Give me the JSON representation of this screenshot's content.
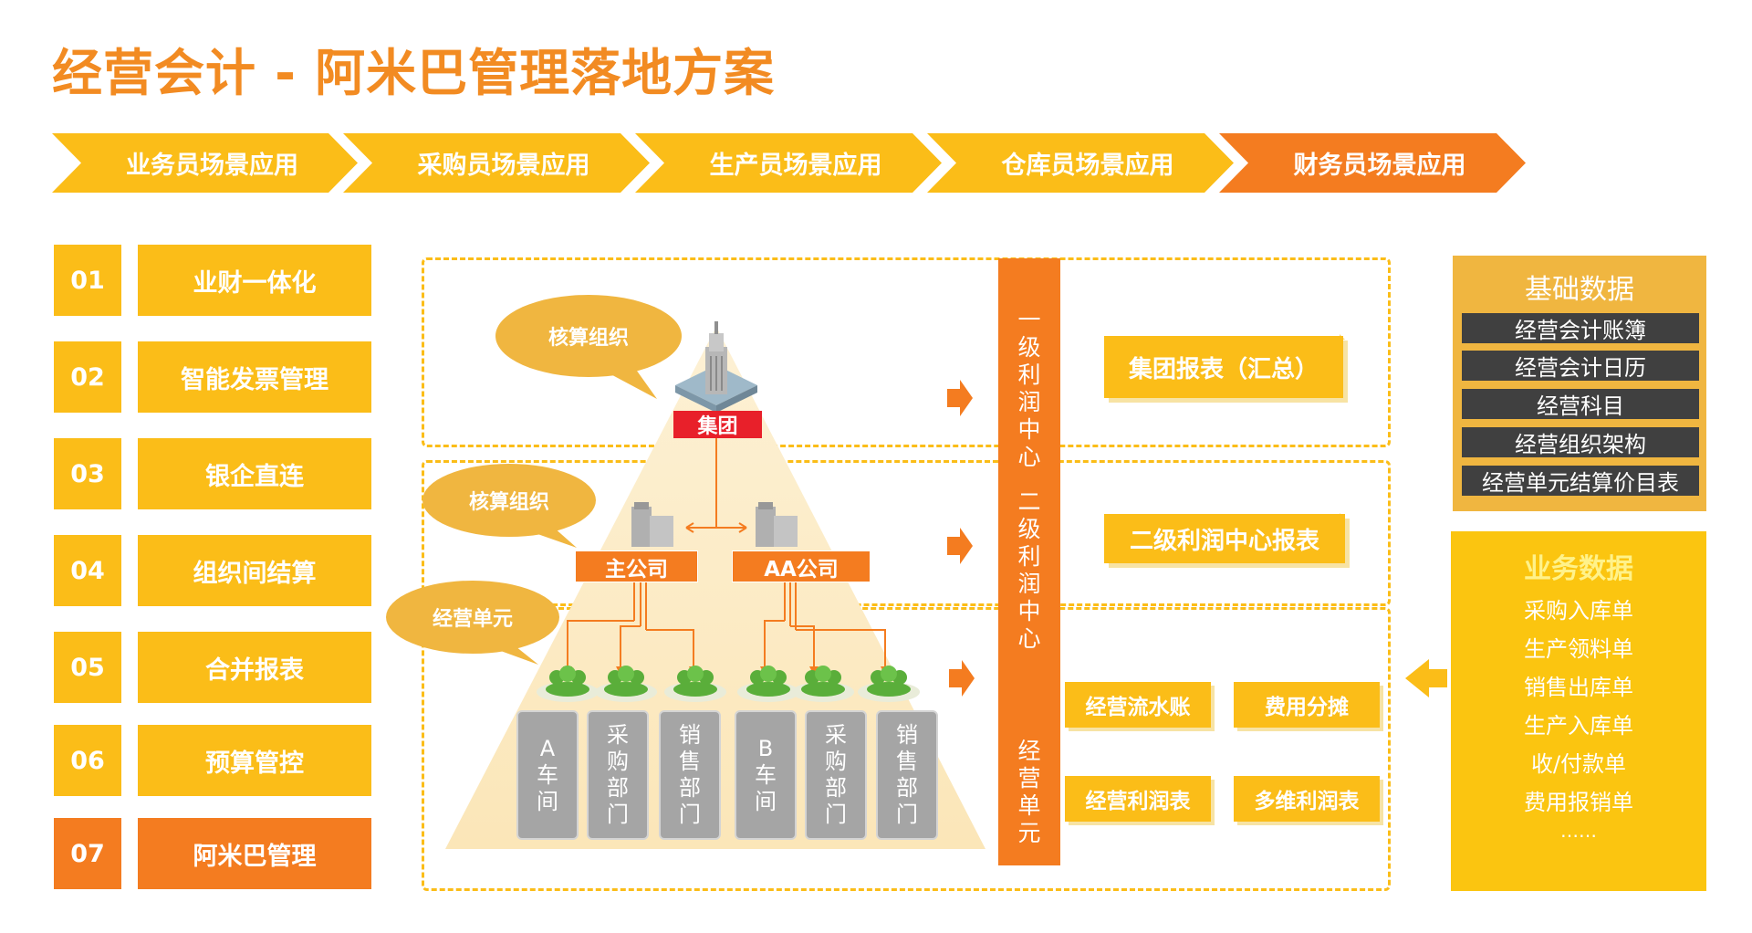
{
  "title": "经营会计 - 阿米巴管理落地方案",
  "colors": {
    "accent_orange": "#f28b22",
    "accent_yellow": "#fbbd18",
    "dark_box": "#404040",
    "unit_gray": "#a5a5a5",
    "group_red": "#e8202a"
  },
  "process_steps": [
    "业务员场景应用",
    "采购员场景应用",
    "生产员场景应用",
    "仓库员场景应用",
    "财务员场景应用"
  ],
  "menu": [
    {
      "num": "01",
      "label": "业财一体化"
    },
    {
      "num": "02",
      "label": "智能发票管理"
    },
    {
      "num": "03",
      "label": "银企直连"
    },
    {
      "num": "04",
      "label": "组织间结算"
    },
    {
      "num": "05",
      "label": "合并报表"
    },
    {
      "num": "06",
      "label": "预算管控"
    },
    {
      "num": "07",
      "label": "阿米巴管理"
    }
  ],
  "diagram": {
    "bubble_top": "核算组织",
    "bubble_mid": "核算组织",
    "bubble_unit": "经营单元",
    "group": "集团",
    "company_main": "主公司",
    "company_aa": "AA公司",
    "units": [
      {
        "label": "A车间"
      },
      {
        "label": "采购部门"
      },
      {
        "label": "销售部门"
      },
      {
        "label": "B车间"
      },
      {
        "label": "采购部门"
      },
      {
        "label": "销售部门"
      }
    ],
    "level1": "一级利润中心",
    "level2": "二级利润中心",
    "level3": "经营单元",
    "report_group": "集团报表（汇总）",
    "report_level2": "二级利润中心报表",
    "report_flow": "经营流水账",
    "report_cost": "费用分摊",
    "report_profit": "经营利润表",
    "report_multi": "多维利润表"
  },
  "basic_data": {
    "title": "基础数据",
    "items": [
      "经营会计账簿",
      "经营会计日历",
      "经营科目",
      "经营组织架构",
      "经营单元结算价目表"
    ]
  },
  "business_data": {
    "title": "业务数据",
    "items": [
      "采购入库单",
      "生产领料单",
      "销售出库单",
      "生产入库单",
      "收/付款单",
      "费用报销单",
      "……"
    ]
  }
}
